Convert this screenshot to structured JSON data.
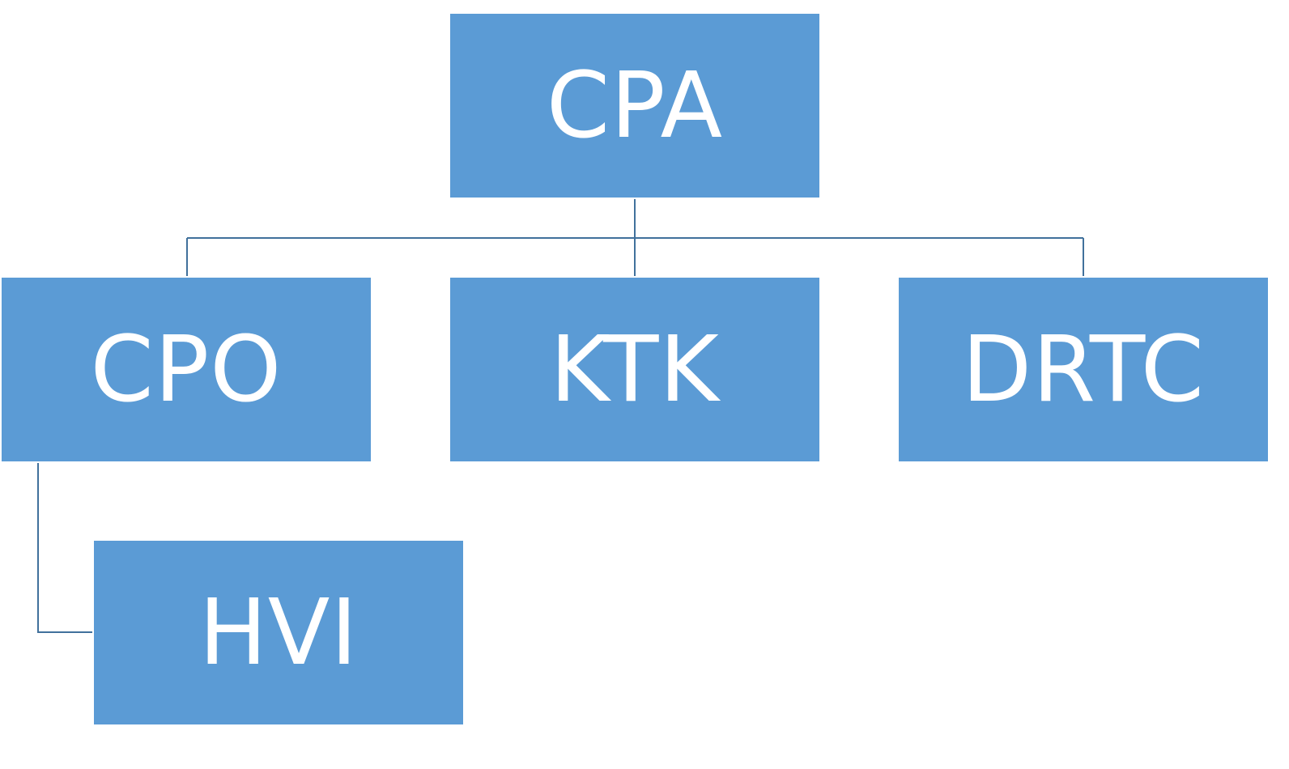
{
  "colors": {
    "node_fill": "#5b9bd5",
    "node_text": "#ffffff",
    "connector": "#41719c"
  },
  "org_chart": {
    "root": {
      "id": "cpa",
      "label": "CPA"
    },
    "level2": [
      {
        "id": "cpo",
        "label": "CPO"
      },
      {
        "id": "ktk",
        "label": "KTK"
      },
      {
        "id": "drtc",
        "label": "DRTC"
      }
    ],
    "level3": [
      {
        "id": "hvi",
        "label": "HVI",
        "parent": "cpo"
      }
    ]
  }
}
